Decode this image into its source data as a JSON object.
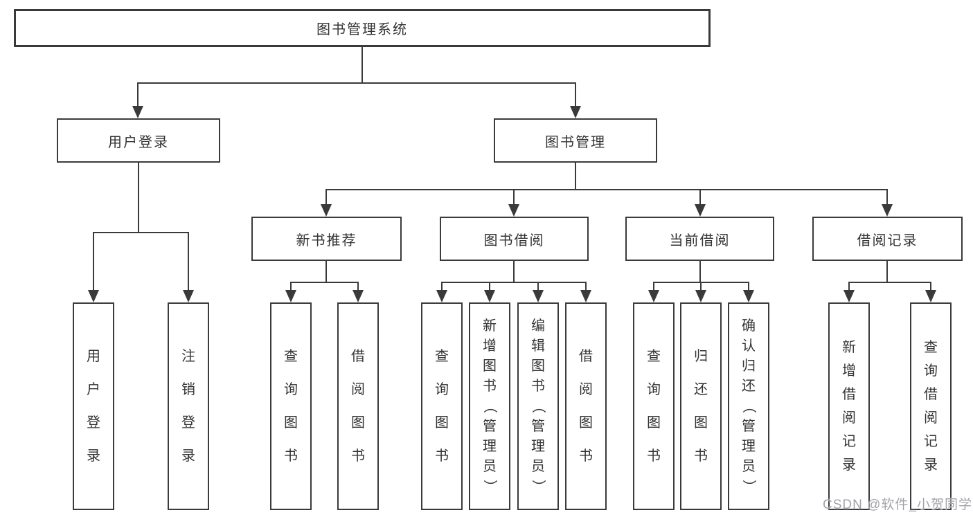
{
  "diagram": {
    "root": {
      "label": "图书管理系统",
      "children": [
        {
          "label": "用户登录",
          "children": [
            {
              "label": "用户登录"
            },
            {
              "label": "注销登录"
            }
          ]
        },
        {
          "label": "图书管理",
          "children": [
            {
              "label": "新书推荐",
              "children": [
                {
                  "label": "查询图书"
                },
                {
                  "label": "借阅图书"
                }
              ]
            },
            {
              "label": "图书借阅",
              "children": [
                {
                  "label": "查询图书"
                },
                {
                  "label": "新增图书（管理员）"
                },
                {
                  "label": "编辑图书（管理员）"
                },
                {
                  "label": "借阅图书"
                }
              ]
            },
            {
              "label": "当前借阅",
              "children": [
                {
                  "label": "查询图书"
                },
                {
                  "label": "归还图书"
                },
                {
                  "label": "确认归还（管理员）"
                }
              ]
            },
            {
              "label": "借阅记录",
              "children": [
                {
                  "label": "新增借阅记录"
                },
                {
                  "label": "查询借阅记录"
                }
              ]
            }
          ]
        }
      ]
    },
    "watermark": "CSDN @软件_小贺同学",
    "colors": {
      "line": "#3a3a3a",
      "text": "#333333",
      "watermark": "#a2a2ab",
      "background": "#ffffff"
    }
  }
}
